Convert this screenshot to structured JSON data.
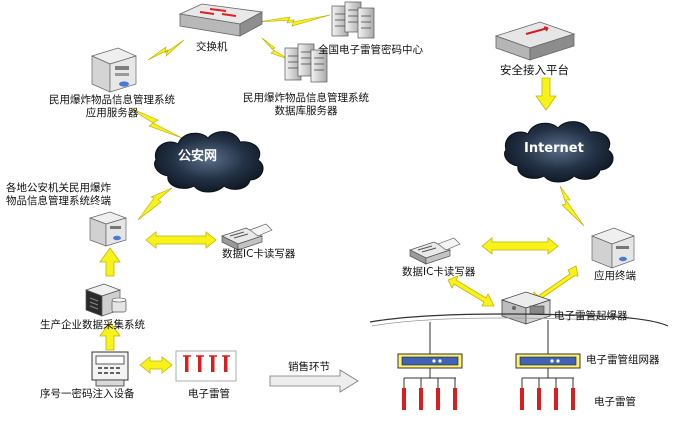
{
  "labels": {
    "switch": "交换机",
    "national_center": "全国电子雷管密码中心",
    "secure_platform": "安全接入平台",
    "app_server_line1": "民用爆炸物品信息管理系统",
    "app_server_line2": "应用服务器",
    "db_server_line1": "民用爆炸物品信息管理系统",
    "db_server_line2": "数据库服务器",
    "police_net": "公安网",
    "internet": "Internet",
    "terminal_line1": "各地公安机关民用爆炸",
    "terminal_line2": "物品信息管理系统终端",
    "ic_reader_left": "数据IC卡读写器",
    "ic_reader_right": "数据IC卡读写器",
    "app_terminal": "应用终端",
    "production_system": "生产企业数据采集系统",
    "detonator_exploder": "电子雷管起爆器",
    "sales": "销售环节",
    "injector": "序号一密码注入设备",
    "detonator_left": "电子雷管",
    "networker": "电子雷管组网器",
    "detonator_right": "电子雷管"
  },
  "colors": {
    "arrow_yellow": "#f6f21a",
    "arrow_outline": "#c8b400",
    "cloud_dark": "#1d2a3a",
    "detonator_red": "#d81e1e",
    "networker_blue": "#3e63b8",
    "server_gray": "#d8d8d8"
  }
}
